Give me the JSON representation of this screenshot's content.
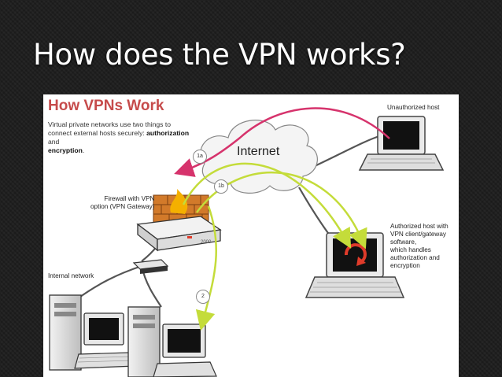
{
  "slide": {
    "title": "How does the VPN works?"
  },
  "diagram": {
    "title": "How VPNs Work",
    "intro_plain": "Virtual private networks use two things to connect external hosts securely:",
    "intro_bold_1": "authorization",
    "intro_and": "and",
    "intro_bold_2": "encryption",
    "intro_end": ".",
    "cloud_label": "Internet",
    "unauthorized_host": "Unauthorized host",
    "firewall_line1": "Firewall with VPN",
    "firewall_line2": "option (VPN Gateway)",
    "internal_network": "Internal network",
    "authorized_lines": [
      "Authorized host with",
      "VPN client/gateway",
      "software,",
      "which handles",
      "authorization and",
      "encryption"
    ],
    "step_1a": "1a",
    "step_1b": "1b",
    "step_2": "2",
    "gateway_model": "2000"
  },
  "colors": {
    "title_red": "#c64b4b",
    "pink_arrow": "#d6336c",
    "green_arrow": "#c4dc3a",
    "cable": "#555555",
    "firewall_brick": "#d27a2a"
  },
  "icons": [
    "cloud-icon",
    "firewall-icon",
    "router-icon",
    "laptop-icon",
    "desktop-icon",
    "switch-icon",
    "refresh-icon"
  ]
}
